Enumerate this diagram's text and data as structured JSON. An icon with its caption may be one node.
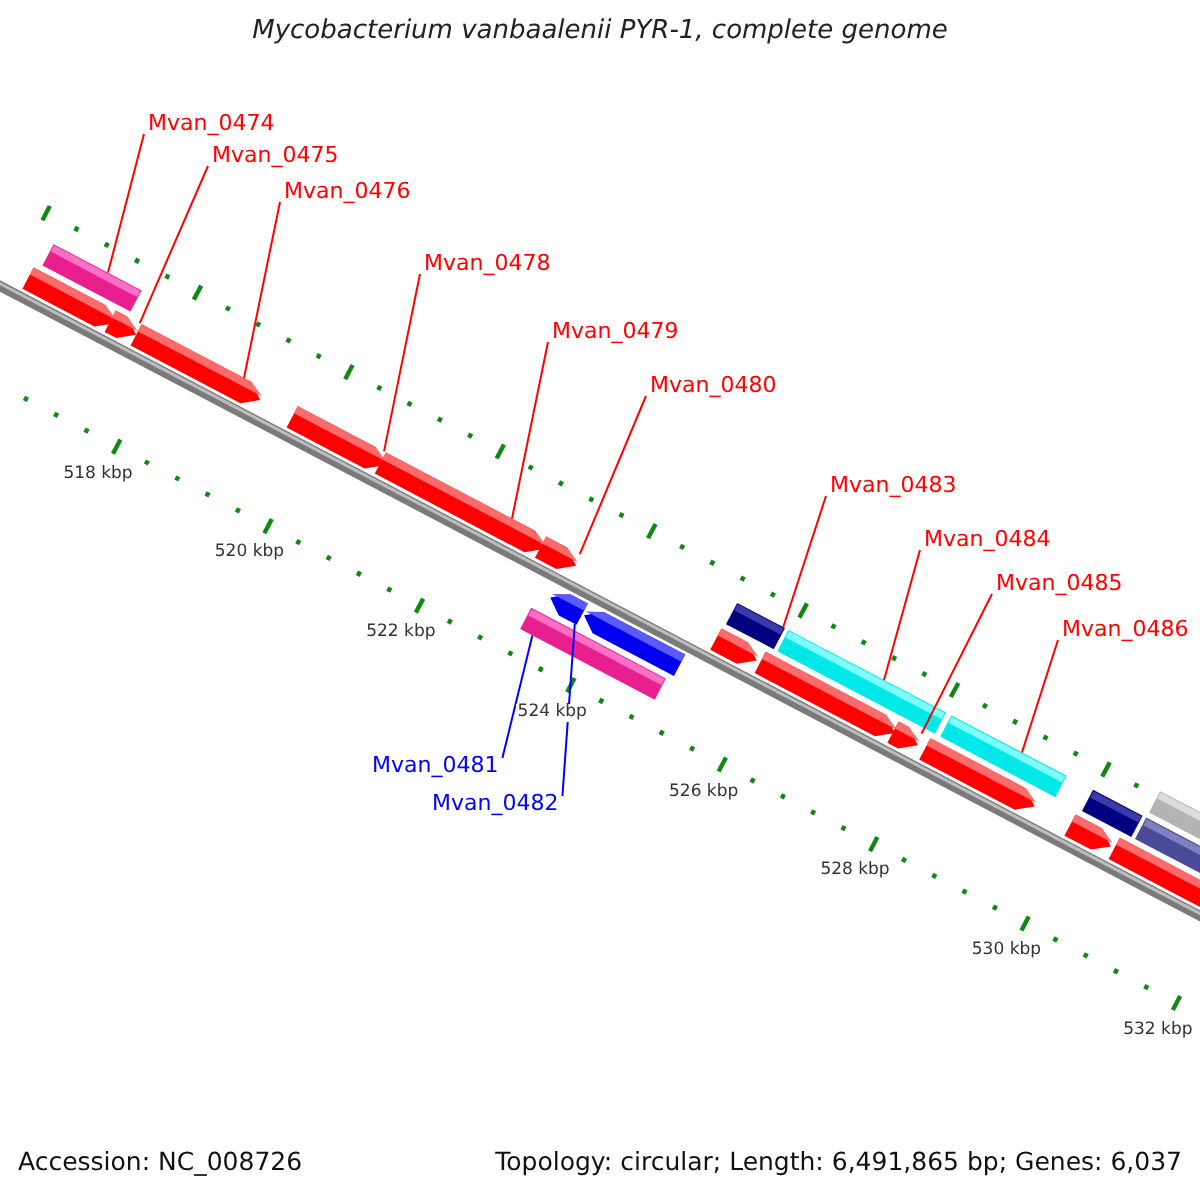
{
  "diagram": {
    "title": "Mycobacterium vanbaalenii PYR-1, complete genome",
    "nodes": [
      {
        "text": [
          "Mvan_0474"
        ]
      },
      {
        "text": [
          "Mvan_0475"
        ]
      },
      {
        "text": [
          "Mvan_0476"
        ]
      },
      {
        "text": [
          "Mvan_0478"
        ]
      },
      {
        "text": [
          "Mvan_0479"
        ]
      },
      {
        "text": [
          "Mvan_0480"
        ]
      },
      {
        "text": [
          "Mvan_0483"
        ]
      },
      {
        "text": [
          "Mvan_0484"
        ]
      },
      {
        "text": [
          "Mvan_0485"
        ]
      },
      {
        "text": [
          "Mvan_0486"
        ]
      },
      {
        "text": [
          "Mvan_0481"
        ]
      },
      {
        "text": [
          "Mvan_0482"
        ]
      },
      {
        "text": [],
        "shape": "bar"
      },
      {
        "text": [],
        "shape": "arrow"
      },
      {
        "text": [],
        "shape": "arrow"
      },
      {
        "text": [],
        "shape": "arrow"
      },
      {
        "text": [],
        "shape": "arrow"
      },
      {
        "text": [],
        "shape": "arrow"
      },
      {
        "text": [],
        "shape": "arrow"
      },
      {
        "text": [],
        "shape": "bar"
      },
      {
        "text": [],
        "shape": "arrow"
      },
      {
        "text": [],
        "shape": "arrow"
      },
      {
        "text": [],
        "shape": "arrow"
      },
      {
        "text": [],
        "shape": "bar"
      },
      {
        "text": [],
        "shape": "arrow"
      },
      {
        "text": [],
        "shape": "bar"
      },
      {
        "text": [],
        "shape": "arrow"
      },
      {
        "text": [],
        "shape": "arrow"
      },
      {
        "text": [],
        "shape": "bar"
      },
      {
        "text": [],
        "shape": "arrow"
      },
      {
        "text": [],
        "shape": "bar"
      },
      {
        "text": [],
        "shape": "arrow"
      },
      {
        "text": [],
        "shape": "bar"
      },
      {
        "text": [],
        "shape": "bar"
      }
    ],
    "edges": [
      {
        "from": 0,
        "to": 12,
        "arrow": "none"
      },
      {
        "from": 1,
        "to": 14,
        "arrow": "none"
      },
      {
        "from": 2,
        "to": 15,
        "arrow": "none"
      },
      {
        "from": 3,
        "to": 16,
        "arrow": "none"
      },
      {
        "from": 4,
        "to": 17,
        "arrow": "none"
      },
      {
        "from": 5,
        "to": 18,
        "arrow": "none"
      },
      {
        "from": 6,
        "to": 23,
        "arrow": "none"
      },
      {
        "from": 7,
        "to": 25,
        "arrow": "none"
      },
      {
        "from": 8,
        "to": 26,
        "arrow": "none"
      },
      {
        "from": 9,
        "to": 28,
        "arrow": "none"
      },
      {
        "from": 10,
        "to": 19,
        "arrow": "none",
        "color": "#0000ff"
      },
      {
        "from": 11,
        "to": 20,
        "arrow": "none",
        "color": "#0000ff"
      }
    ],
    "labels": [
      "518 kbp",
      "520 kbp",
      "522 kbp",
      "524 kbp",
      "526 kbp",
      "528 kbp",
      "530 kbp",
      "532 kbp",
      "Accession: NC_008726",
      "Topology: circular; Length: 6,491,865 bp; Genes: 6,037"
    ]
  }
}
